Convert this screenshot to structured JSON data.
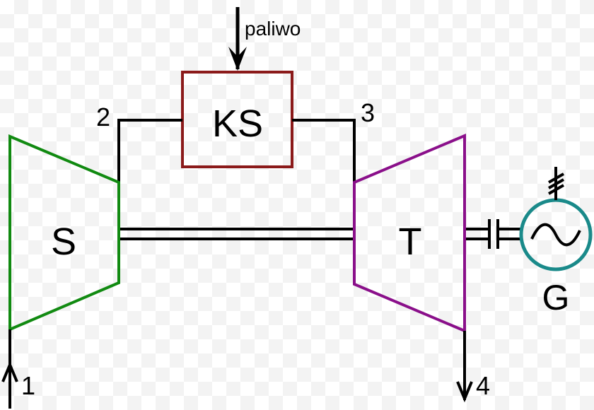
{
  "labels": {
    "fuel": "paliwo",
    "combustor": "KS",
    "compressor": "S",
    "turbine": "T",
    "generator": "G",
    "point1": "1",
    "point2": "2",
    "point3": "3",
    "point4": "4"
  },
  "colors": {
    "compressor": "#118a11",
    "combustor": "#8b1a1a",
    "turbine": "#8a0f8a",
    "generator": "#1a8a8a",
    "lines": "#000000"
  },
  "icons": {
    "generator_symbol": "sine-wave-icon",
    "ground_symbol": "ground-hatch-icon"
  }
}
